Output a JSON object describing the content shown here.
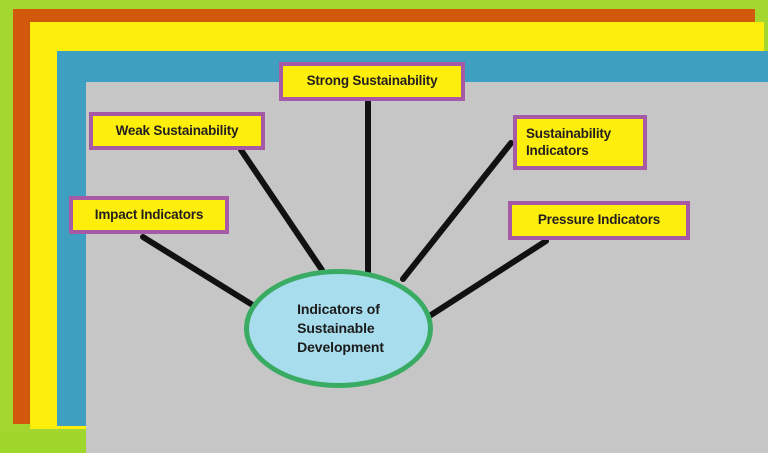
{
  "diagram": {
    "title": "Indicators of Sustainable Development",
    "center": {
      "label": "Indicators of\nSustainable\nDevelopment",
      "fill": "#a7dded",
      "stroke": "#3aab63"
    },
    "nodes": [
      {
        "id": "strong",
        "label": "Strong Sustainability",
        "fill": "#fdee0b",
        "stroke": "#a65aa6"
      },
      {
        "id": "weak",
        "label": "Weak Sustainability",
        "fill": "#fdee0b",
        "stroke": "#a65aa6"
      },
      {
        "id": "impact",
        "label": "Impact Indicators",
        "fill": "#fdee0b",
        "stroke": "#a65aa6"
      },
      {
        "id": "sustain",
        "label": "Sustainability\nIndicators",
        "fill": "#fdee0b",
        "stroke": "#a65aa6"
      },
      {
        "id": "pressure",
        "label": "Pressure Indicators",
        "fill": "#fdee0b",
        "stroke": "#a65aa6"
      }
    ],
    "connector_color": "#111111",
    "canvas_color": "#c6c6c6",
    "frame_colors": {
      "outer_green": "#a3d62e",
      "orange": "#d2590c",
      "yellow": "#fdee0b",
      "teal": "#3e9fc0"
    }
  }
}
